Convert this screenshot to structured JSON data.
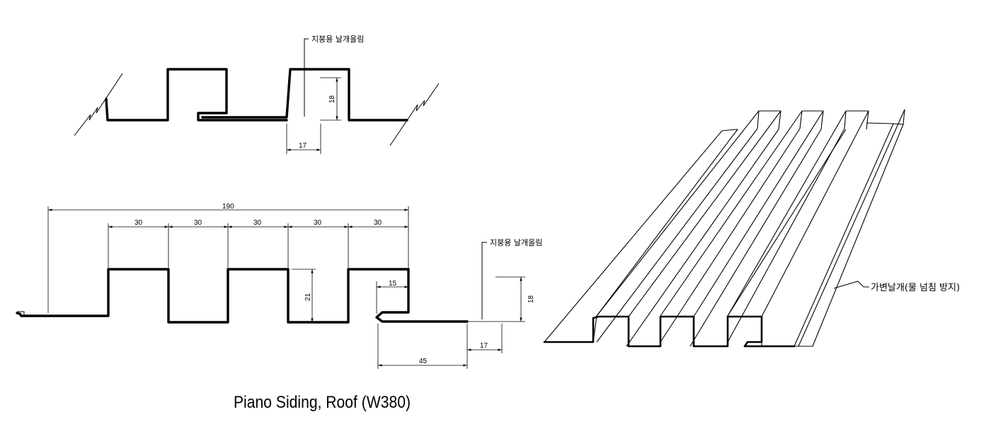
{
  "title": "Piano Siding, Roof (W380)",
  "annotations": {
    "roof_flange_top": "지붕용 날개올림",
    "roof_flange_bottom": "지붕용 날개올림",
    "variable_flange": "가변날개(물 넘침 방지)"
  },
  "dimensions": {
    "top_height": "18",
    "top_width": "17",
    "overall": "190",
    "pitch_1": "30",
    "pitch_2": "30",
    "pitch_3": "30",
    "pitch_4": "30",
    "pitch_5": "30",
    "rib_height": "21",
    "hook_width": "15",
    "flange_height": "18",
    "flange_width": "17",
    "lap_width": "45"
  }
}
